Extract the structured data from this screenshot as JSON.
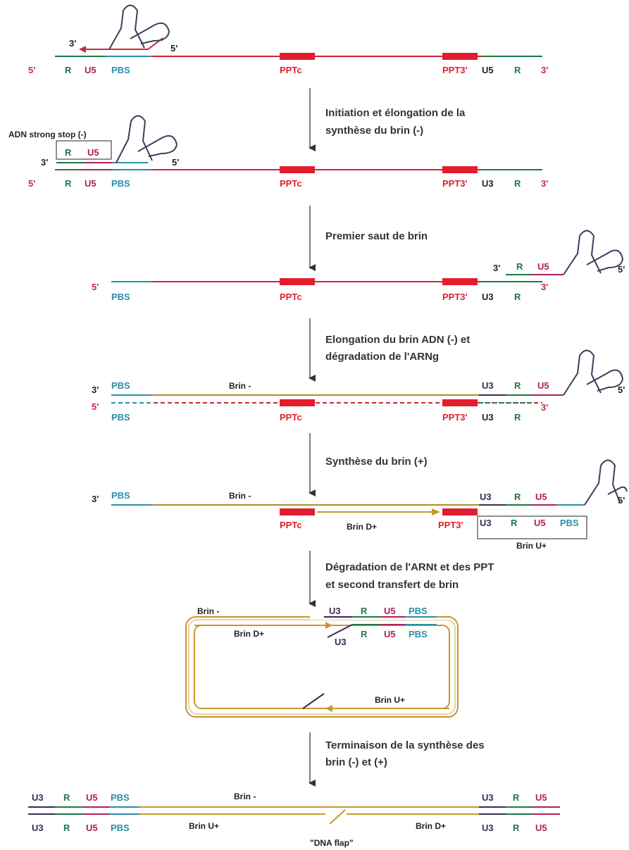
{
  "colors": {
    "rna": "#c8283a",
    "dna_green": "#1a7a46",
    "u5": "#b01e5a",
    "pbs": "#2a8ea8",
    "u3": "#3a2a55",
    "dna_plus": "#c8962e",
    "ppt_box": "#e01e2e",
    "trna": "#3a3f5a",
    "black": "#222222"
  },
  "labels": {
    "five": "5'",
    "three": "3'",
    "R": "R",
    "U5": "U5",
    "U3": "U3",
    "PBS": "PBS",
    "PPTc": "PPTc",
    "PPT3": "PPT3'",
    "brin_minus": "Brin -",
    "brin_dplus": "Brin D+",
    "brin_uplus": "Brin U+",
    "strong_stop": "ADN strong stop (-)",
    "dna_flap": "\"DNA flap\""
  },
  "steps": {
    "s1_line1": "Initiation et élongation de la",
    "s1_line2": "synthèse du brin (-)",
    "s2_line1": "Premier saut de brin",
    "s3_line1": "Elongation du brin ADN (-) et",
    "s3_line2": "dégradation de l'ARNg",
    "s4_line1": "Synthèse du brin (+)",
    "s5_line1": "Dégradation de l'ARNt et des PPT",
    "s5_line2": "et second transfert de brin",
    "s6_line1": "Terminaison de la synthèse des",
    "s6_line2": "brin (-) et (+)"
  }
}
